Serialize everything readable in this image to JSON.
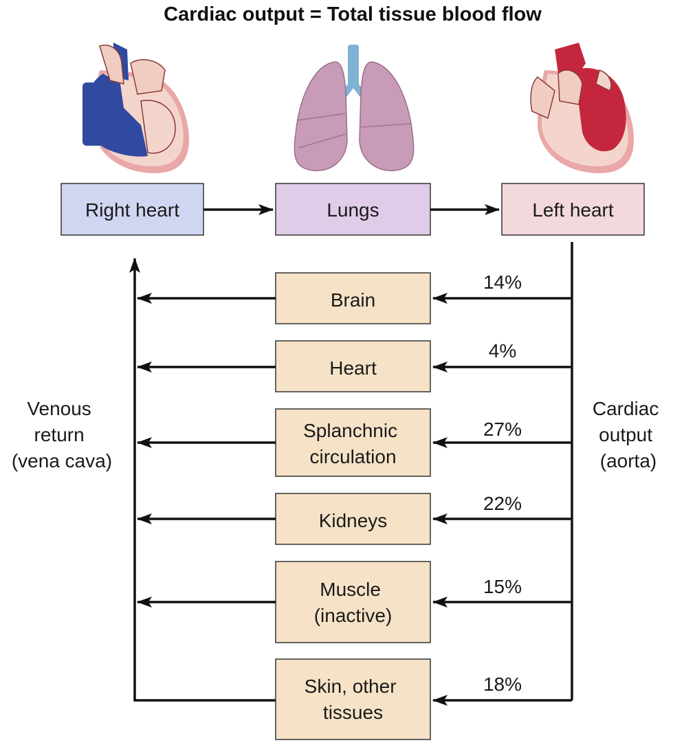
{
  "title": "Cardiac output = Total tissue blood flow",
  "top_boxes": [
    {
      "label": "Right heart",
      "color": "#d0d6f2"
    },
    {
      "label": "Lungs",
      "color": "#e0cce8"
    },
    {
      "label": "Left heart",
      "color": "#f3d8dc"
    }
  ],
  "organs": [
    {
      "lines": [
        "Brain"
      ],
      "percent": "14%"
    },
    {
      "lines": [
        "Heart"
      ],
      "percent": "4%"
    },
    {
      "lines": [
        "Splanchnic",
        "circulation"
      ],
      "percent": "27%"
    },
    {
      "lines": [
        "Kidneys"
      ],
      "percent": "22%"
    },
    {
      "lines": [
        "Muscle",
        "(inactive)"
      ],
      "percent": "15%"
    },
    {
      "lines": [
        "Skin, other",
        "tissues"
      ],
      "percent": "18%"
    }
  ],
  "organ_box_color": "#f6e3c7",
  "venous_label": [
    "Venous",
    "return",
    "(vena cava)"
  ],
  "cardiac_label": [
    "Cardiac",
    "output",
    "(aorta)"
  ],
  "colors": {
    "deoxygenated_blood": "#2f4a9e",
    "oxygenated_blood": "#c4273d",
    "heart_wall": "#f1ccc2",
    "lung": "#b98aa8",
    "trachea": "#7fb3d6"
  },
  "icons": [
    "right-heart-illustration",
    "lungs-illustration",
    "left-heart-illustration"
  ]
}
